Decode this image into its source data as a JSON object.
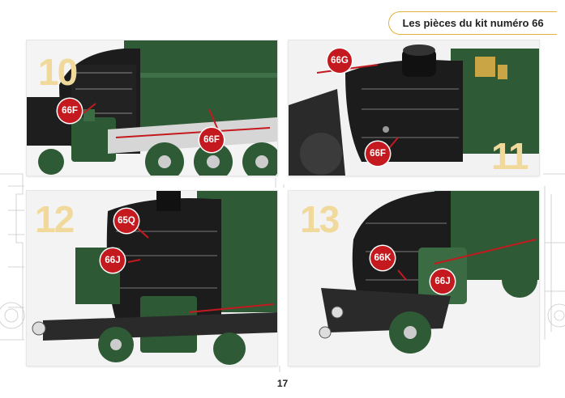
{
  "header": {
    "title": "Les pièces du kit numéro 66"
  },
  "page_number": "17",
  "panels": [
    {
      "step": "10",
      "callouts": [
        "66F",
        "66F"
      ]
    },
    {
      "step": "11",
      "callouts": [
        "66G",
        "66F"
      ]
    },
    {
      "step": "12",
      "callouts": [
        "65Q",
        "66J"
      ]
    },
    {
      "step": "13",
      "callouts": [
        "66K",
        "66J"
      ]
    }
  ],
  "colors": {
    "accent": "#e3b23c",
    "callout": "#c41a1f",
    "loco_green": "#2f5a36",
    "loco_black": "#1c1c1c"
  }
}
